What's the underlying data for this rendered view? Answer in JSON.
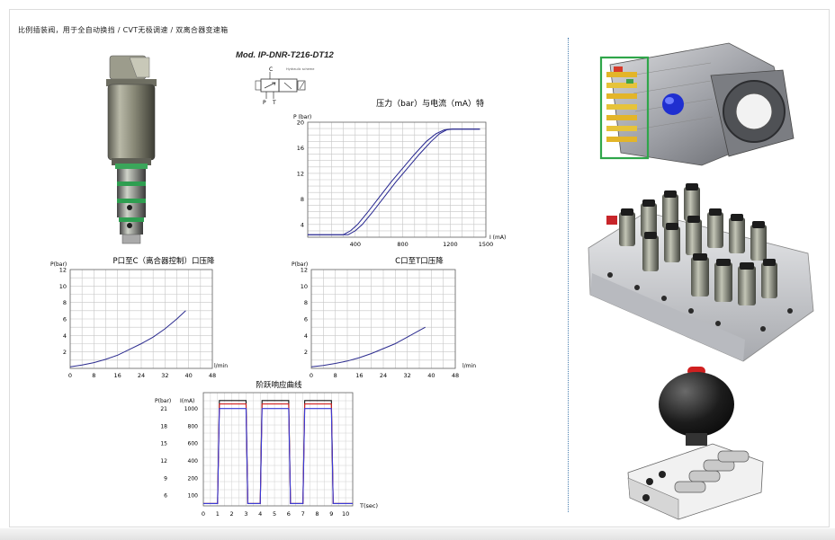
{
  "page": {
    "title": "比例插装阀，用于全自动换挡 / CVT无极调速 / 双离合器变速箱",
    "model": "Mod. IP-DNR-T216-DT12",
    "schematic": {
      "caption": "Hydraulic scheme",
      "labels": [
        "C",
        "P",
        "T"
      ]
    }
  },
  "chart_data": [
    {
      "type": "line",
      "id": "pressure-current",
      "title": "压力（bar）与电流（mA）特",
      "ylabel": "P (bar)",
      "xlabel": "I (mA)",
      "xlim": [
        0,
        1500
      ],
      "ylim": [
        2,
        20
      ],
      "xticks": [
        400,
        800,
        1200,
        1500
      ],
      "yticks": [
        4,
        8,
        12,
        16,
        20
      ],
      "series": [
        {
          "x": [
            0,
            300,
            360,
            420,
            500,
            600,
            700,
            800,
            900,
            1000,
            1080,
            1150,
            1200,
            1300,
            1450
          ],
          "y": [
            2.4,
            2.4,
            3.0,
            4.0,
            5.8,
            8.2,
            10.6,
            12.8,
            15.0,
            17.0,
            18.2,
            18.8,
            18.9,
            18.9,
            18.9
          ]
        },
        {
          "x": [
            0,
            340,
            400,
            460,
            540,
            640,
            740,
            840,
            940,
            1040,
            1110,
            1170,
            1220,
            1300,
            1450
          ],
          "y": [
            2.4,
            2.4,
            3.0,
            4.0,
            5.8,
            8.2,
            10.6,
            12.8,
            15.0,
            17.0,
            18.2,
            18.8,
            18.9,
            18.9,
            18.9
          ]
        }
      ]
    },
    {
      "type": "line",
      "id": "p-to-c",
      "title": "P口至C（离合器控制）口压降",
      "ylabel": "P(bar)",
      "xlabel": "l/min",
      "xlim": [
        0,
        48
      ],
      "ylim": [
        0,
        12
      ],
      "xticks": [
        0,
        8,
        16,
        24,
        32,
        40,
        48
      ],
      "yticks": [
        2,
        4,
        6,
        8,
        10,
        12
      ],
      "series": [
        {
          "x": [
            0,
            4,
            8,
            12,
            16,
            20,
            24,
            28,
            32,
            36,
            39
          ],
          "y": [
            0.2,
            0.4,
            0.7,
            1.1,
            1.6,
            2.3,
            3.0,
            3.8,
            4.8,
            6.0,
            7.0
          ]
        }
      ]
    },
    {
      "type": "line",
      "id": "c-to-t",
      "title": "C口至T口压降",
      "ylabel": "P(bar)",
      "xlabel": "l/min",
      "xlim": [
        0,
        48
      ],
      "ylim": [
        0,
        12
      ],
      "xticks": [
        0,
        8,
        16,
        24,
        32,
        40,
        48
      ],
      "yticks": [
        2,
        4,
        6,
        8,
        10,
        12
      ],
      "series": [
        {
          "x": [
            0,
            4,
            8,
            12,
            16,
            20,
            24,
            28,
            32,
            36,
            38
          ],
          "y": [
            0.2,
            0.35,
            0.6,
            0.9,
            1.3,
            1.8,
            2.4,
            3.0,
            3.8,
            4.6,
            5.0
          ]
        }
      ]
    },
    {
      "type": "line",
      "id": "step-response",
      "title": "阶跃响应曲线",
      "ylabel": "P(bar)",
      "ylabel2": "I(mA)",
      "xlabel": "T(sec)",
      "xlim": [
        0,
        10.5
      ],
      "xticks": [
        0,
        1,
        2,
        3,
        4,
        5,
        6,
        7,
        8,
        9,
        10
      ],
      "yticks_left": [
        6,
        9,
        12,
        15,
        18,
        21
      ],
      "yticks_right": [
        100,
        200,
        400,
        600,
        800,
        1000
      ],
      "pulses": [
        [
          1,
          3
        ],
        [
          4,
          6
        ],
        [
          7,
          9
        ]
      ],
      "series": [
        {
          "name": "current",
          "color": "#111111",
          "high": 0.93,
          "low": 0.02
        },
        {
          "name": "pressure-red",
          "color": "#d22020",
          "high": 0.9,
          "low": 0.02
        },
        {
          "name": "pressure-blue",
          "color": "#3a3ad8",
          "high": 0.86,
          "low": 0.02
        }
      ]
    }
  ]
}
